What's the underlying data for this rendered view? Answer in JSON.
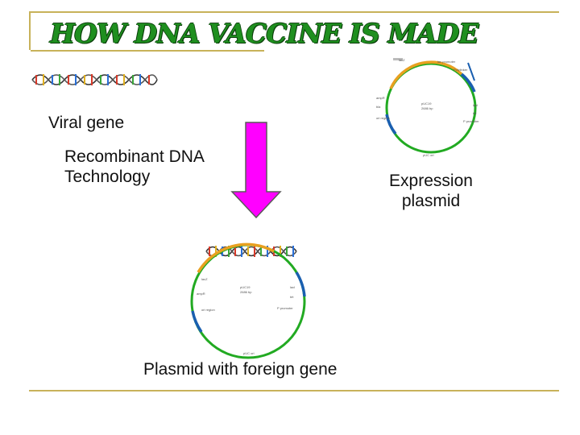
{
  "title": "HOW DNA VACCINE IS MADE",
  "labels": {
    "viral_gene": "Viral gene",
    "recombinant_line1": "Recombinant DNA",
    "recombinant_line2": "Technology",
    "expression_line1": "Expression",
    "expression_line2": "plasmid",
    "plasmid_foreign": "Plasmid with foreign gene"
  },
  "plasmid_map": {
    "name": "pUC19",
    "size": "2686 bp"
  },
  "colors": {
    "title": "#1f8f1f",
    "arrow": "#ff00ff",
    "frame": "#c8b25a",
    "plasmid_backbone": "#22aa22",
    "plasmid_orange": "#e8a020",
    "plasmid_blue": "#1a5fb0"
  }
}
